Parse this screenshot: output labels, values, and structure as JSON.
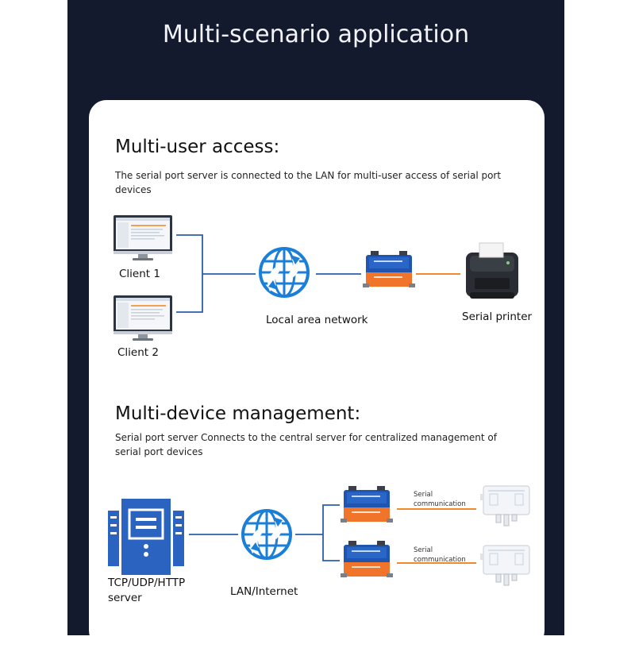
{
  "page_title": "Multi-scenario application",
  "section1": {
    "heading": "Multi-user access:",
    "description": "The serial port server is connected to the LAN for multi-user access of serial port devices",
    "client1": "Client 1",
    "client2": "Client 2",
    "network": "Local area network",
    "printer": "Serial printer"
  },
  "section2": {
    "heading": "Multi-device management:",
    "description": "Serial port server Connects to the central server for centralized management of serial port devices",
    "server_line1": "TCP/UDP/HTTP",
    "server_line2": "server",
    "network": "LAN/Internet",
    "link1_line1": "Serial",
    "link1_line2": "communication",
    "link2_line1": "Serial",
    "link2_line2": "communication"
  },
  "colors": {
    "header_bg": "#141a2e",
    "lan_line": "#2a5fa8",
    "serial_line": "#f08a2c",
    "device_blue": "#1f55b0",
    "device_orange": "#f0742a",
    "globe_blue": "#1b7fd8"
  },
  "icons": [
    "monitor-icon",
    "globe-icon",
    "serial-server-icon",
    "printer-icon",
    "server-tower-icon",
    "sensor-box-icon"
  ]
}
